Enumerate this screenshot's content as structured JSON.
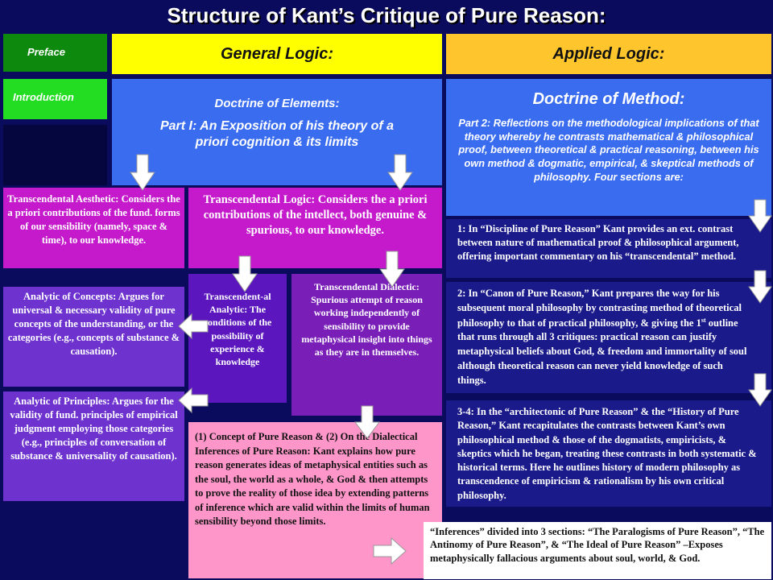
{
  "title": "Structure of Kant’s Critique of Pure Reason:",
  "preface": "Preface",
  "introduction": "Introduction",
  "general_logic": "General Logic:",
  "applied_logic": "Applied Logic:",
  "elements": {
    "heading": "Doctrine of Elements:",
    "body": "Part I:  An Exposition of his theory of a priori cognition & its limits"
  },
  "method": {
    "heading": "Doctrine of Method:",
    "body": "Part 2:  Reflections on the methodological implications of that theory whereby he contrasts mathematical & philosophical proof, between theoretical & practical reasoning, between his own method & dogmatic, empirical, & skeptical methods of philosophy.  Four sections are:"
  },
  "aesthetic": "Transcendental Aesthetic: Considers the a priori contributions of the fund. forms of our sensibility  (namely, space & time), to our knowledge.",
  "logic": "Transcendental Logic: Considers the a priori contributions of the intellect, both genuine & spurious, to our knowledge.",
  "concepts": "Analytic of Concepts: Argues for universal & necessary validity of pure concepts of the understanding, or the categories (e.g., concepts of substance & causation).",
  "principles": "Analytic of Principles: Argues for the validity of fund. principles of empirical judgment employing those categories (e.g.,  principles of conversation of substance & universality of causation).",
  "analytic": "Transcendent-al Analytic: The conditions of the possibility of experience & knowledge",
  "dialectic": "Transcendental Dialectic: Spurious attempt of reason working independently of sensibility to provide metaphysical insight into things as they are in themselves.",
  "inferences": "(1) Concept of Pure Reason &      (2) On the Dialectical Inferences of Pure Reason: Kant explains how pure reason generates ideas of metaphysical entities such as the soul, the world as a whole, & God & then attempts to prove the reality of those idea by extending patterns of inference which are valid within the limits of human sensibility beyond those limits.",
  "sections_note": "“Inferences” divided into 3 sections:  “The Paralogisms of Pure Reason”, “The Antinomy of Pure Reason”, & “The Ideal of Pure Reason” –Exposes metaphysically fallacious arguments about soul, world, & God.",
  "section1": "1:  In “Discipline of Pure Reason” Kant provides an ext. contrast between nature of mathematical proof & philosophical argument, offering important commentary on his “transcendental” method.",
  "section2_pre": "2:  In “Canon of Pure Reason,” Kant prepares the way for his subsequent moral philosophy by contrasting method of theoretical philosophy to that of practical philosophy, & giving the 1",
  "section2_sup": "st",
  "section2_post": " outline that runs through all 3 critiques: practical reason can justify metaphysical beliefs about God, & freedom and immortality of soul although theoretical reason can never yield knowledge of such things.",
  "section34": "3-4:  In the “architectonic of Pure Reason” & the “History of Pure Reason,” Kant recapitulates the contrasts between Kant’s own philosophical method & those of the dogmatists, empiricists, & skeptics which he began, treating these contrasts in both systematic & historical terms.  Here he outlines history of modern philosophy as transcendence of empiricism & rationalism by his own critical philosophy.",
  "colors": {
    "background": "#0b0b5e",
    "preface": "#0d8a0d",
    "introduction": "#22dd22",
    "header_yellow": "#ffff00",
    "header_orange": "#ffc52c",
    "blue": "#3a6cf0",
    "magenta": "#c41acb",
    "purple": "#6e33cf",
    "indigo": "#5b16be",
    "violet": "#7a1eb8",
    "pink": "#ff96c9",
    "white": "#ffffff"
  }
}
